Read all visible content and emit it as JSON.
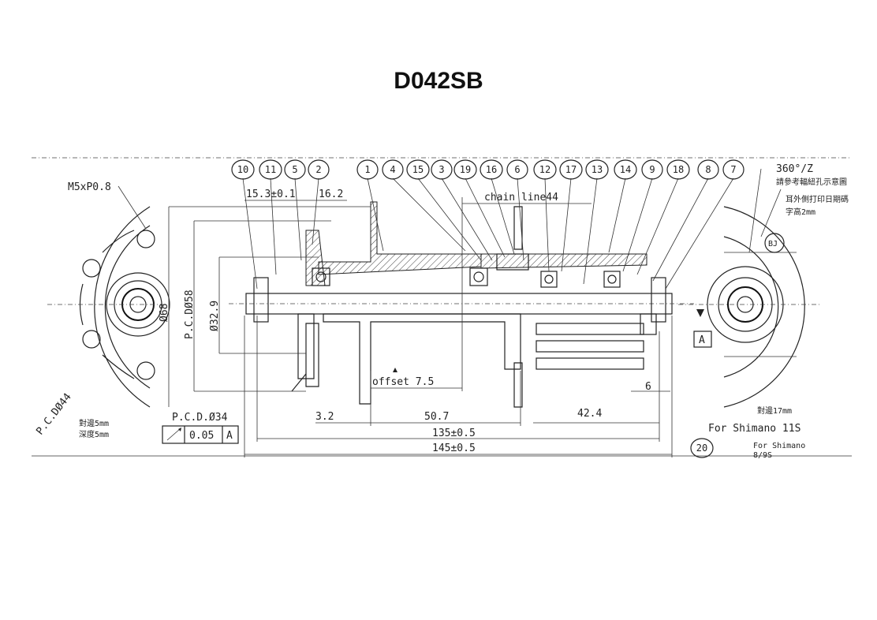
{
  "title": "D042SB",
  "callouts": [
    "10",
    "11",
    "5",
    "2",
    "1",
    "4",
    "15",
    "3",
    "19",
    "16",
    "6",
    "12",
    "17",
    "13",
    "14",
    "9",
    "18",
    "8",
    "7"
  ],
  "labels": {
    "thread": "M5xP0.8",
    "dim_left_1": "15.3±0.1",
    "dim_left_2": "16.2",
    "chain_line": "chain line44",
    "dia68": "Ø68",
    "pcd58": "P.C.DØ58",
    "dia329": "Ø32.9",
    "offset": "offset 7.5",
    "dim_6": "6",
    "pcd34": "P.C.D.Ø34",
    "tol": "0.05",
    "datum": "A",
    "dim_32": "3.2",
    "dim_507": "50.7",
    "dim_424": "42.4",
    "dim_135": "135±0.5",
    "dim_145": "145±0.5",
    "pcd44": "P.C.DØ44",
    "depth_a": "對邊5mm",
    "depth_b": "深度5mm",
    "angle": "360°/Z",
    "note_cn_1": "請參考輻紐孔示意圖",
    "note_cn_2": "耳外側打印日期碼",
    "note_cn_3": "字高2mm",
    "bj": "BJ",
    "across_17": "對邊17mm",
    "shimano_11": "For Shimano 11S",
    "part_20": "20",
    "shimano_89_a": "For Shimano",
    "shimano_89_b": "8/9S",
    "datum_a": "A"
  }
}
